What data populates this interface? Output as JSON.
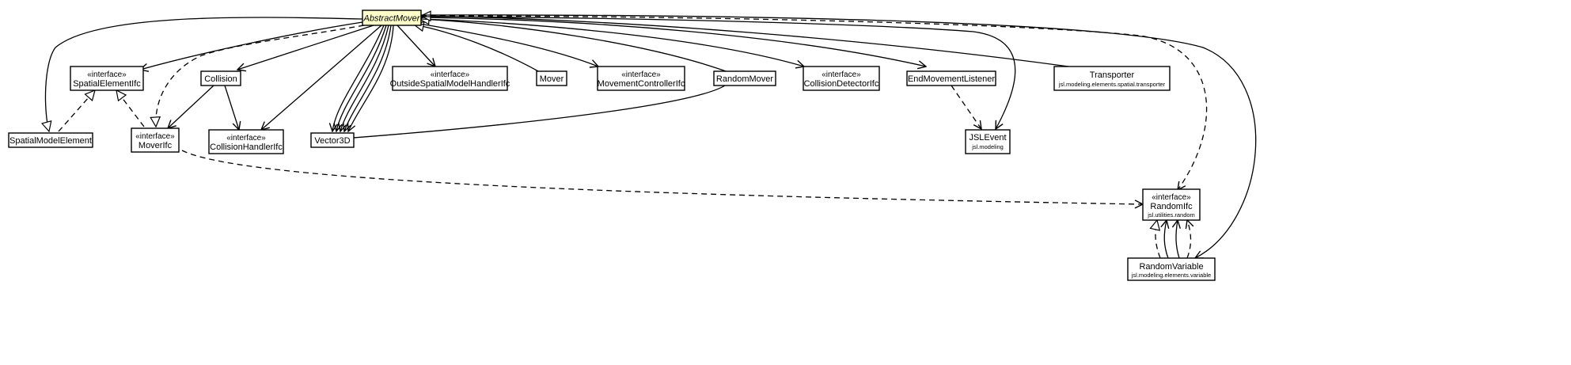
{
  "nodes": {
    "abstract_mover": {
      "stereotype": "",
      "name": "AbstractMover",
      "package": ""
    },
    "spatial_element_ifc": {
      "stereotype": "«interface»",
      "name": "SpatialElementIfc",
      "package": ""
    },
    "collision": {
      "stereotype": "",
      "name": "Collision",
      "package": ""
    },
    "outside_handler_ifc": {
      "stereotype": "«interface»",
      "name": "OutsideSpatialModelHandlerIfc",
      "package": ""
    },
    "mover": {
      "stereotype": "",
      "name": "Mover",
      "package": ""
    },
    "movement_controller_ifc": {
      "stereotype": "«interface»",
      "name": "MovementControllerIfc",
      "package": ""
    },
    "random_mover": {
      "stereotype": "",
      "name": "RandomMover",
      "package": ""
    },
    "collision_detector_ifc": {
      "stereotype": "«interface»",
      "name": "CollisionDetectorIfc",
      "package": ""
    },
    "end_movement_listener": {
      "stereotype": "",
      "name": "EndMovementListener",
      "package": ""
    },
    "transporter": {
      "stereotype": "",
      "name": "Transporter",
      "package": "jsl.modeling.elements.spatial.transporter"
    },
    "spatial_model_element": {
      "stereotype": "",
      "name": "SpatialModelElement",
      "package": ""
    },
    "mover_ifc": {
      "stereotype": "«interface»",
      "name": "MoverIfc",
      "package": ""
    },
    "collision_handler_ifc": {
      "stereotype": "«interface»",
      "name": "CollisionHandlerIfc",
      "package": ""
    },
    "vector3d": {
      "stereotype": "",
      "name": "Vector3D",
      "package": ""
    },
    "jsl_event": {
      "stereotype": "",
      "name": "JSLEvent",
      "package": "jsl.modeling"
    },
    "random_ifc": {
      "stereotype": "«interface»",
      "name": "RandomIfc",
      "package": "jsl.utilities.random"
    },
    "random_variable": {
      "stereotype": "",
      "name": "RandomVariable",
      "package": "jsl.modeling.elements.variable"
    }
  },
  "colors": {
    "highlight_fill": "#ffffcc",
    "box_fill": "#ffffff",
    "line": "#000000"
  }
}
